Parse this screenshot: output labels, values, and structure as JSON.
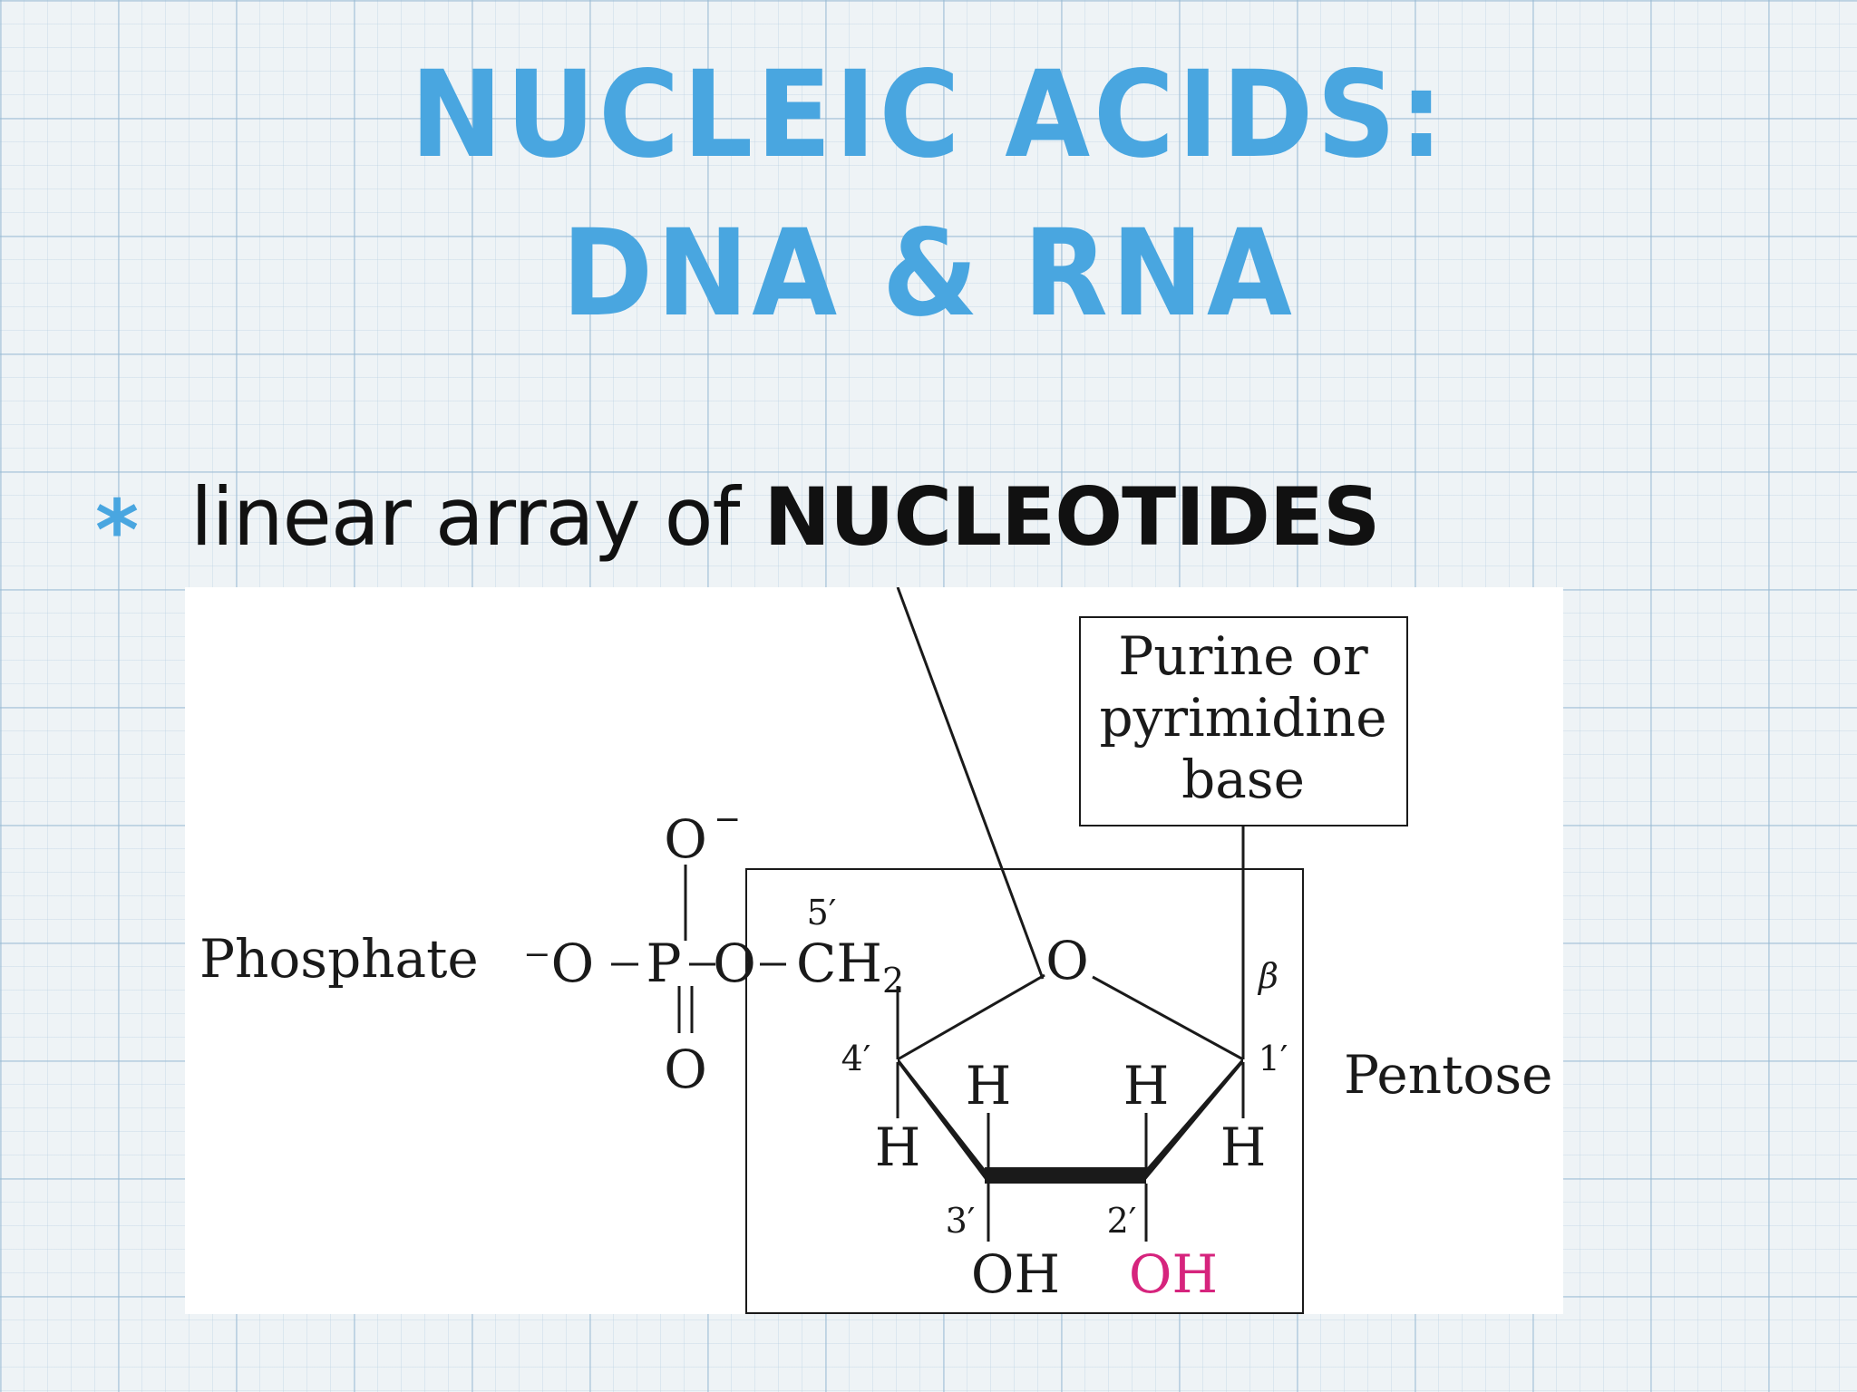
{
  "slide": {
    "title_line1": "NUCLEIC ACIDS:",
    "title_line2": "DNA & RNA",
    "bullet_symbol": "*",
    "bullet_text_plain": "linear array of ",
    "bullet_text_strong": "NUCLEOTIDES"
  },
  "diagram": {
    "base_box": [
      "Purine or",
      "pyrimidine",
      "base"
    ],
    "phosphate_label": "Phosphate",
    "pentose_label": "Pentose",
    "beta": "β",
    "phosphate_group": {
      "o_minus_left": "⁻O",
      "p": "P",
      "o_top": "O",
      "o_top_charge": "−",
      "o_bottom": "O",
      "o_bridge": "O",
      "ch2": "CH",
      "ch2_sub": "2"
    },
    "ring": {
      "ring_o": "O",
      "c5": "5′",
      "c4": "4′",
      "c3": "3′",
      "c2": "2′",
      "c1": "1′",
      "h4": "H",
      "h3": "H",
      "h2": "H",
      "h1": "H",
      "oh3": "OH",
      "oh2": "OH"
    },
    "colors": {
      "line": "#1a1a1a",
      "oh2_highlight": "#d6247d",
      "title_blue": "#49a6e0"
    }
  }
}
